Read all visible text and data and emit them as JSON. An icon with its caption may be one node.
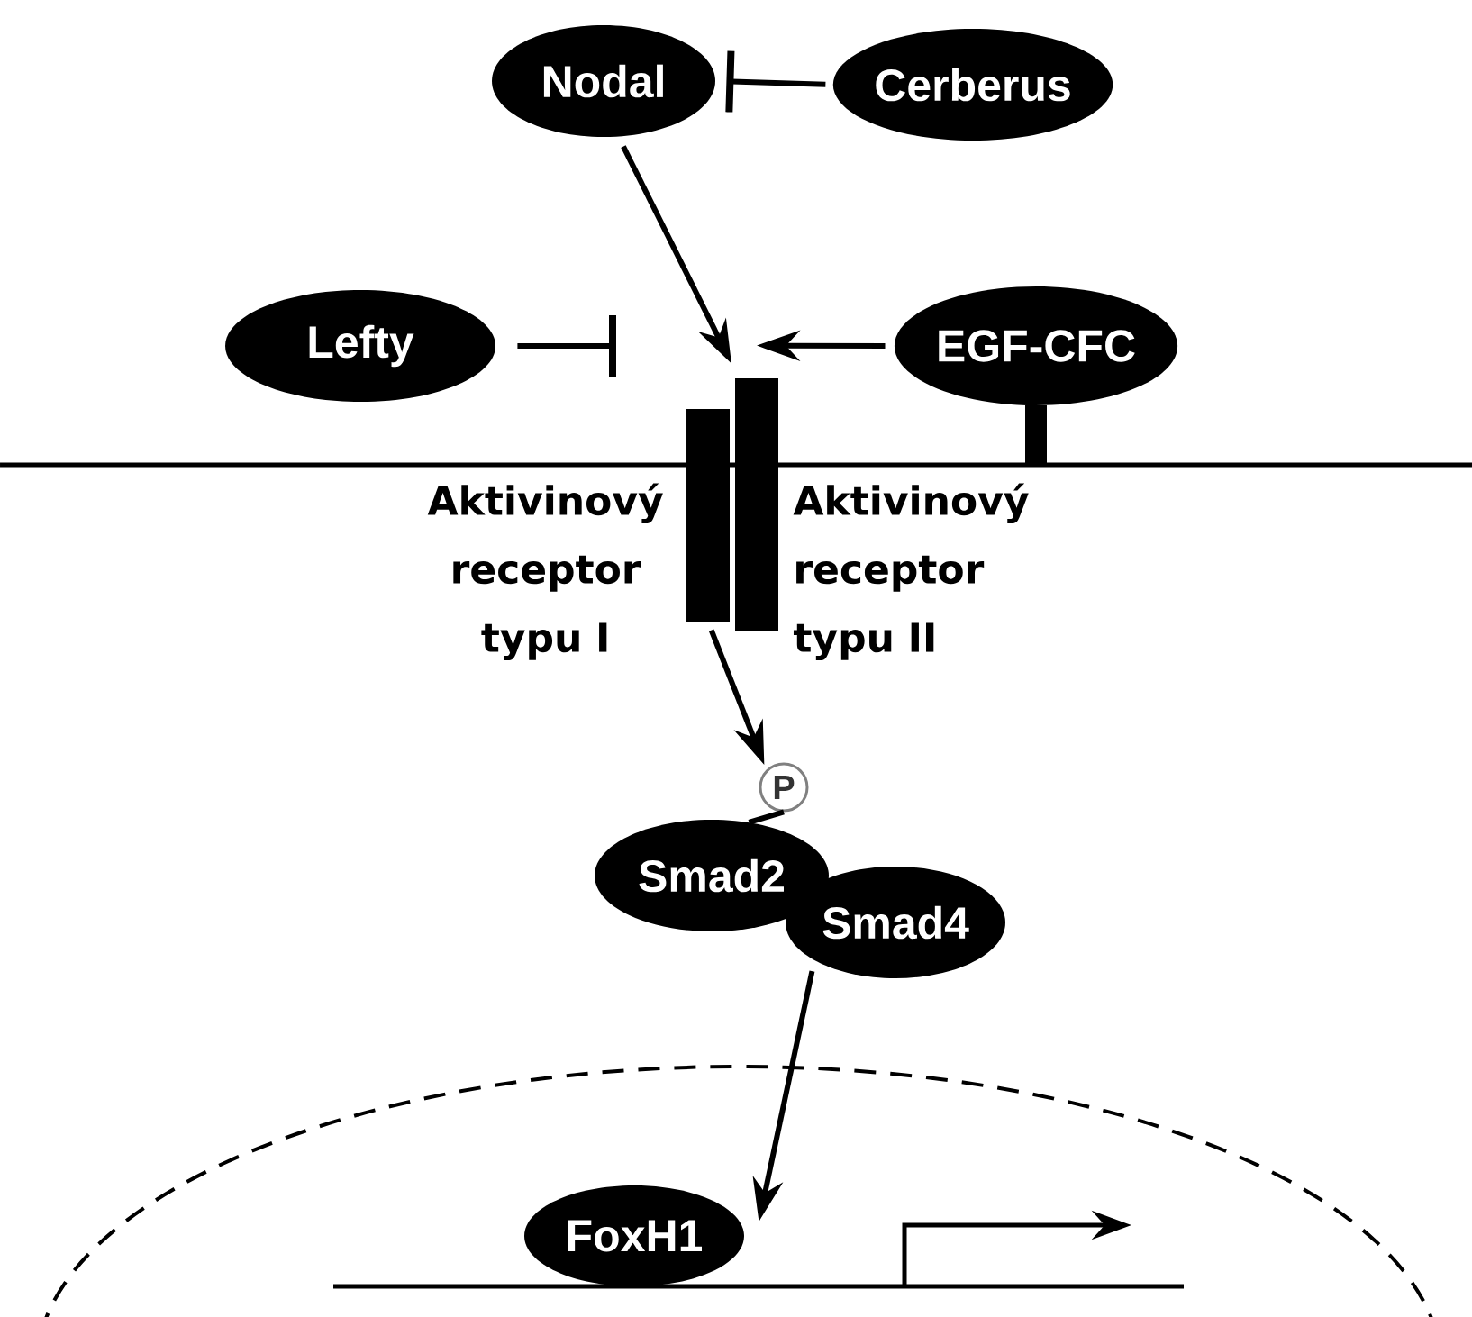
{
  "diagram": {
    "nodes": [
      {
        "text": [
          "Nodal"
        ]
      },
      {
        "text": [
          "Cerberus"
        ]
      },
      {
        "text": [
          "Lefty"
        ]
      },
      {
        "text": [
          "EGF-CFC"
        ]
      },
      {
        "text": [],
        "shape": "bar",
        "beside": [
          "Aktivinový receptor typu I"
        ]
      },
      {
        "text": [],
        "shape": "bar",
        "beside": [
          "Aktivinový receptor typu II"
        ]
      },
      {
        "text": [
          "P"
        ]
      },
      {
        "text": [
          "Smad2"
        ]
      },
      {
        "text": [
          "Smad4"
        ]
      },
      {
        "text": [
          "FoxH1"
        ]
      }
    ],
    "edges": [
      {
        "from": 1,
        "to": 0,
        "arrow": "other"
      },
      {
        "from": 0,
        "to": 5,
        "arrow": "to"
      },
      {
        "from": 2,
        "to": null,
        "arrow": "other"
      },
      {
        "from": 3,
        "to": 5,
        "arrow": "to"
      },
      {
        "from": 4,
        "to": 6,
        "arrow": "to"
      },
      {
        "from": 6,
        "to": 7,
        "arrow": "none"
      },
      {
        "from": 8,
        "to": 9,
        "arrow": "to"
      }
    ]
  }
}
